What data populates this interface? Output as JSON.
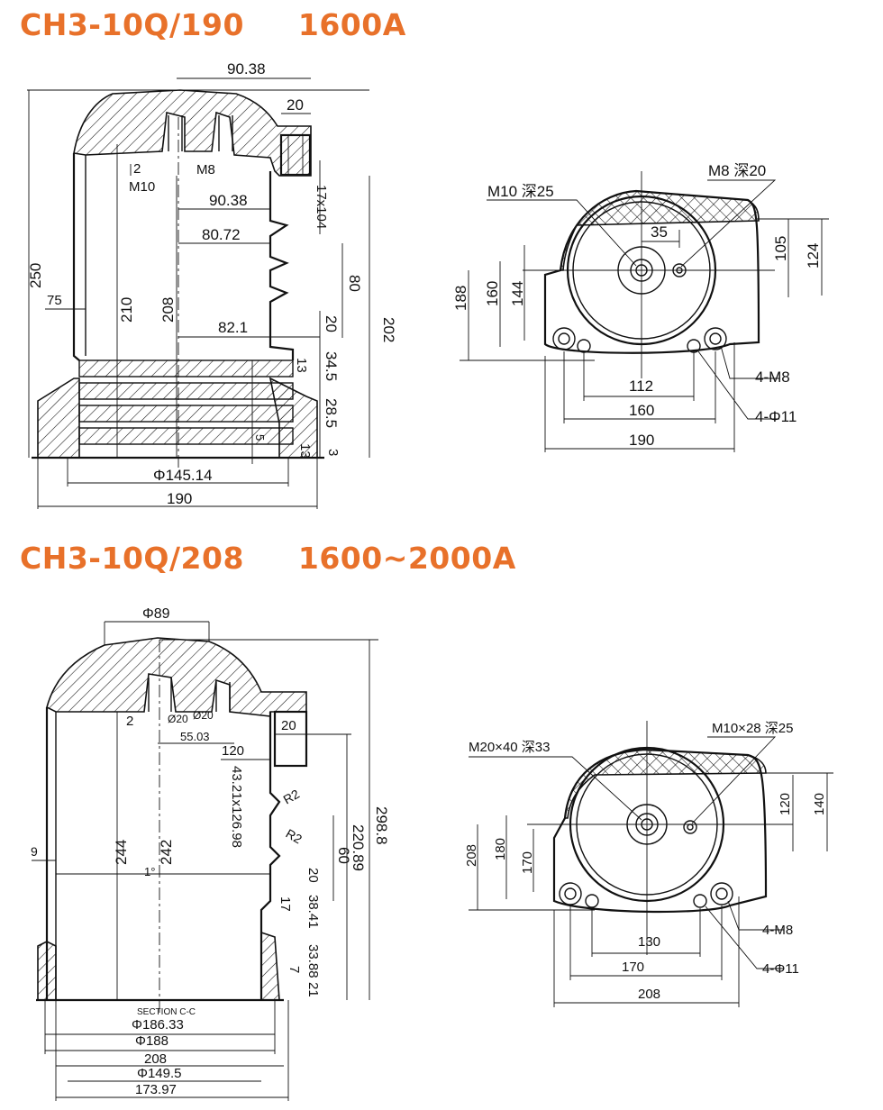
{
  "diagram1": {
    "title": "CH3-10Q/190     1600A",
    "side": [
      "90.38",
      "20",
      "2",
      "M8",
      "M10",
      "90.38",
      "17x104",
      "80.72",
      "250",
      "75",
      "210",
      "208",
      "80",
      "82.1",
      "20",
      "202",
      "34.5",
      "13",
      "28.5",
      "5",
      "13",
      "3",
      "Φ145.14",
      "190"
    ],
    "plan": [
      "M8 深20",
      "M10 深25",
      "35",
      "105",
      "124",
      "188",
      "160",
      "144",
      "112",
      "160",
      "190",
      "4-M8",
      "4-Φ11"
    ]
  },
  "diagram2": {
    "title": "CH3-10Q/208     1600~2000A",
    "side": [
      "Φ89",
      "2",
      "Ø20",
      "Ø20",
      "55.03",
      "120",
      "20",
      "43.21x126.98",
      "R2",
      "R2",
      "9",
      "244",
      "242",
      "1°",
      "220.89",
      "298.8",
      "60",
      "20",
      "17",
      "38.41",
      "33.88",
      "7",
      "21",
      "SECTION  C-C",
      "Φ186.33",
      "Φ188",
      "208",
      "Φ149.5",
      "173.97"
    ],
    "plan": [
      "M10×28 深25",
      "M20×40 深33",
      "120",
      "140",
      "208",
      "180",
      "170",
      "130",
      "170",
      "208",
      "4-M8",
      "4-Φ11"
    ]
  }
}
